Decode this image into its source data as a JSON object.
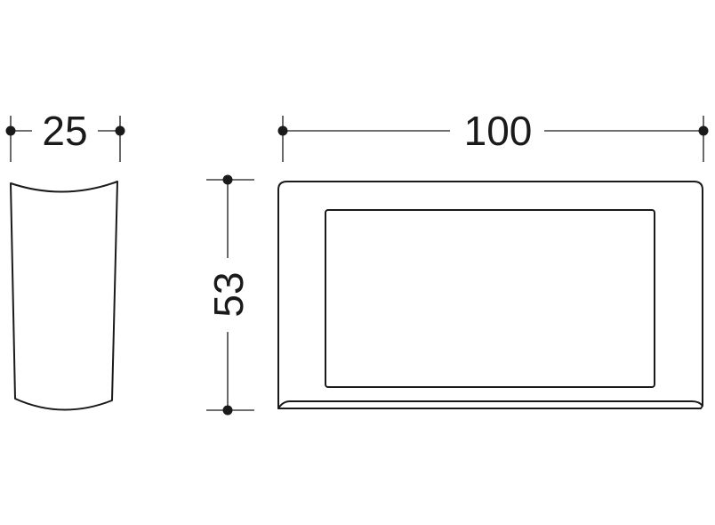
{
  "dimensions": {
    "width_side": "25",
    "width_front": "100",
    "height": "53"
  },
  "colors": {
    "line": "#1a1a1a",
    "background": "#ffffff"
  }
}
